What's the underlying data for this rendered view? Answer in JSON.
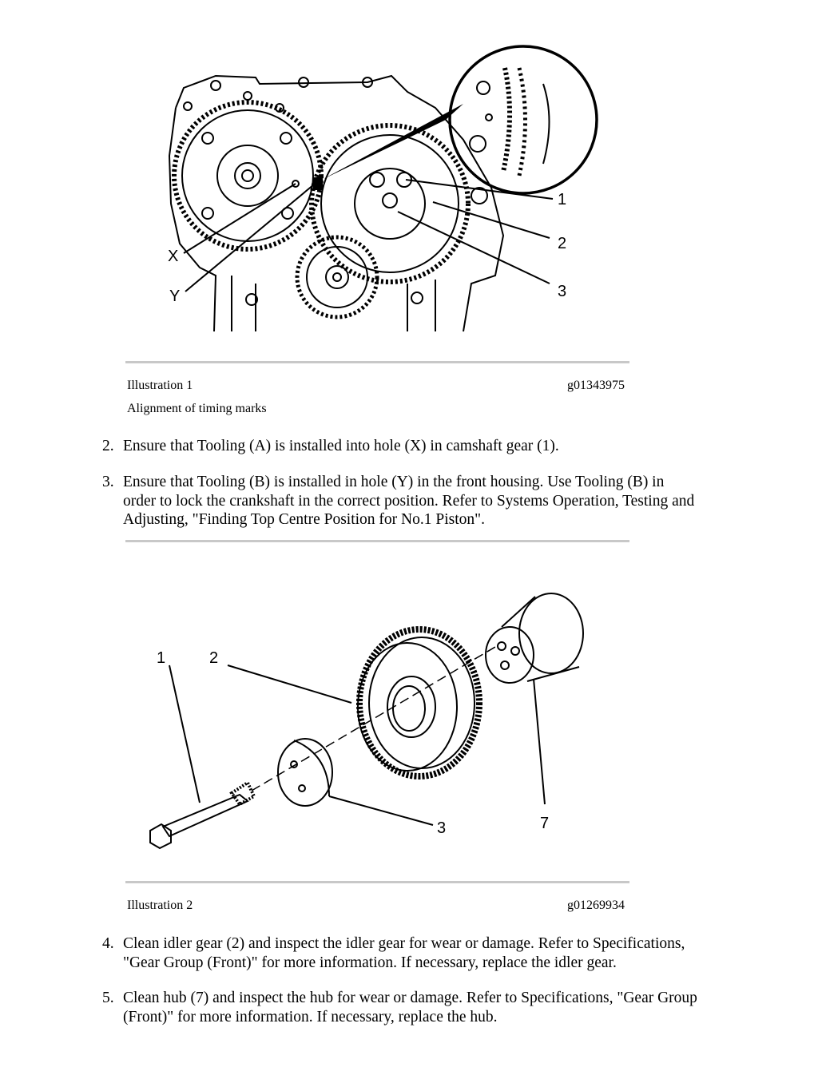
{
  "illustration1": {
    "label": "Illustration 1",
    "code": "g01343975",
    "title": "Alignment of timing marks",
    "callouts": {
      "x": "X",
      "y": "Y",
      "c1": "1",
      "c2": "2",
      "c3": "3"
    }
  },
  "steps_a": [
    {
      "num": "2.",
      "lines": [
        "Ensure that Tooling (A) is installed into hole (X) in camshaft gear (1)."
      ]
    },
    {
      "num": "3.",
      "lines": [
        "Ensure that Tooling (B) is installed in hole (Y) in the front housing. Use Tooling (B) in",
        "order to lock the crankshaft in the correct position. Refer to Systems Operation, Testing and",
        "Adjusting, \"Finding Top Centre Position for No.1 Piston\"."
      ]
    }
  ],
  "illustration2": {
    "label": "Illustration 2",
    "code": "g01269934",
    "callouts": {
      "c1": "1",
      "c2": "2",
      "c3": "3",
      "c7": "7"
    }
  },
  "steps_b": [
    {
      "num": "4.",
      "lines": [
        "Clean idler gear (2) and inspect the idler gear for wear or damage. Refer to Specifications,",
        "\"Gear Group (Front)\" for more information. If necessary, replace the idler gear."
      ]
    },
    {
      "num": "5.",
      "lines": [
        "Clean hub (7) and inspect the hub for wear or damage. Refer to Specifications, \"Gear Group",
        "(Front)\" for more information. If necessary, replace the hub."
      ]
    }
  ]
}
